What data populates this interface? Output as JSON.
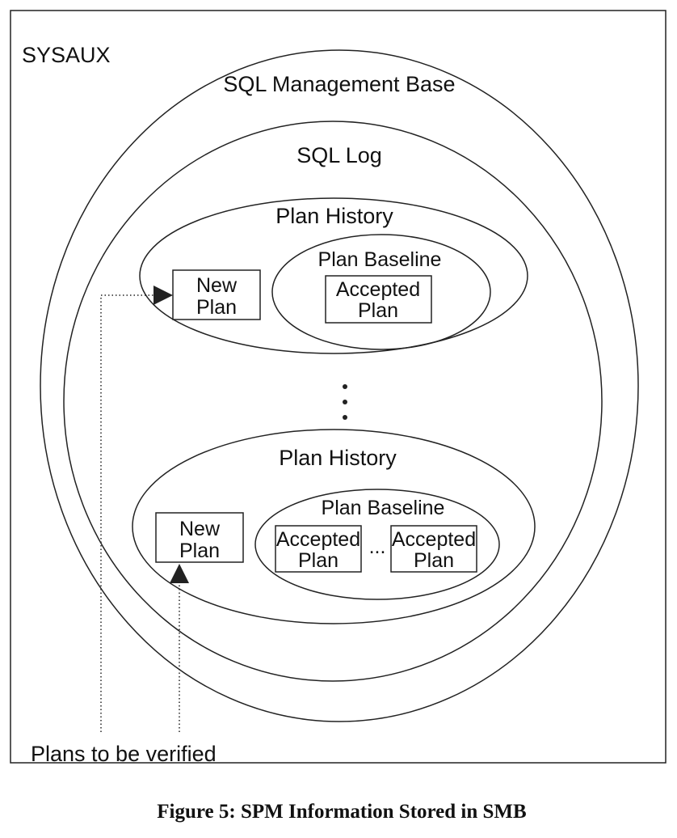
{
  "frame": {
    "label": "SYSAUX"
  },
  "smb": {
    "label": "SQL Management Base"
  },
  "sql_log": {
    "label": "SQL Log"
  },
  "history_top": {
    "label": "Plan History",
    "new_plan": [
      "New",
      "Plan"
    ],
    "baseline": {
      "label": "Plan Baseline",
      "accepted_plan": [
        "Accepted",
        "Plan"
      ]
    }
  },
  "history_bottom": {
    "label": "Plan History",
    "new_plan": [
      "New",
      "Plan"
    ],
    "baseline": {
      "label": "Plan Baseline",
      "accepted_plan_1": [
        "Accepted",
        "Plan"
      ],
      "ellipsis": "...",
      "accepted_plan_2": [
        "Accepted",
        "Plan"
      ]
    }
  },
  "verify_label": "Plans to be verified",
  "caption": "Figure 5: SPM Information Stored in SMB"
}
